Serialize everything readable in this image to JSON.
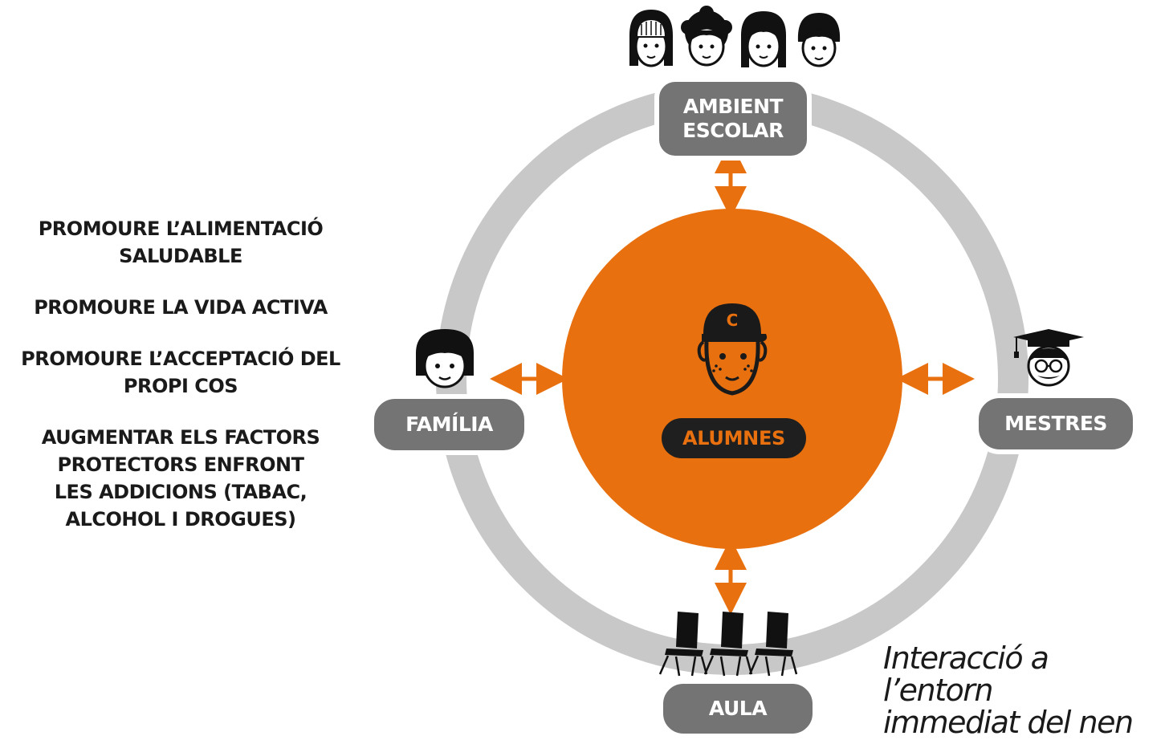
{
  "goals": [
    "PROMOURE L’ALIMENTACIÓ\nSALUDABLE",
    "PROMOURE LA VIDA ACTIVA",
    "PROMOURE L’ACCEPTACIÓ DEL\nPROPI COS",
    "AUGMENTAR ELS FACTORS\nPROTECTORS ENFRONT\nLES ADDICIONS (TABAC,\nALCOHOL I DROGUES)"
  ],
  "nodes": {
    "ambient": "AMBIENT\nESCOLAR",
    "familia": "FAMÍLIA",
    "mestres": "MESTRES",
    "aula": "AULA",
    "center": "ALUMNES"
  },
  "cap_letter": "C",
  "caption": "Interacció a l’entorn\nimmediat del nen",
  "colors": {
    "accent_orange": "#e8700f",
    "ring_gray": "#c8c8c8",
    "pill_gray": "#747474",
    "icon_black": "#111111"
  },
  "icons": {
    "top": [
      "child-face-icon",
      "child-face-icon",
      "child-face-icon",
      "child-face-icon"
    ],
    "left": "parent-face-icon",
    "right": "teacher-face-icon",
    "bottom": [
      "chair-icon",
      "chair-icon",
      "chair-icon"
    ],
    "center": "student-cap-icon"
  }
}
